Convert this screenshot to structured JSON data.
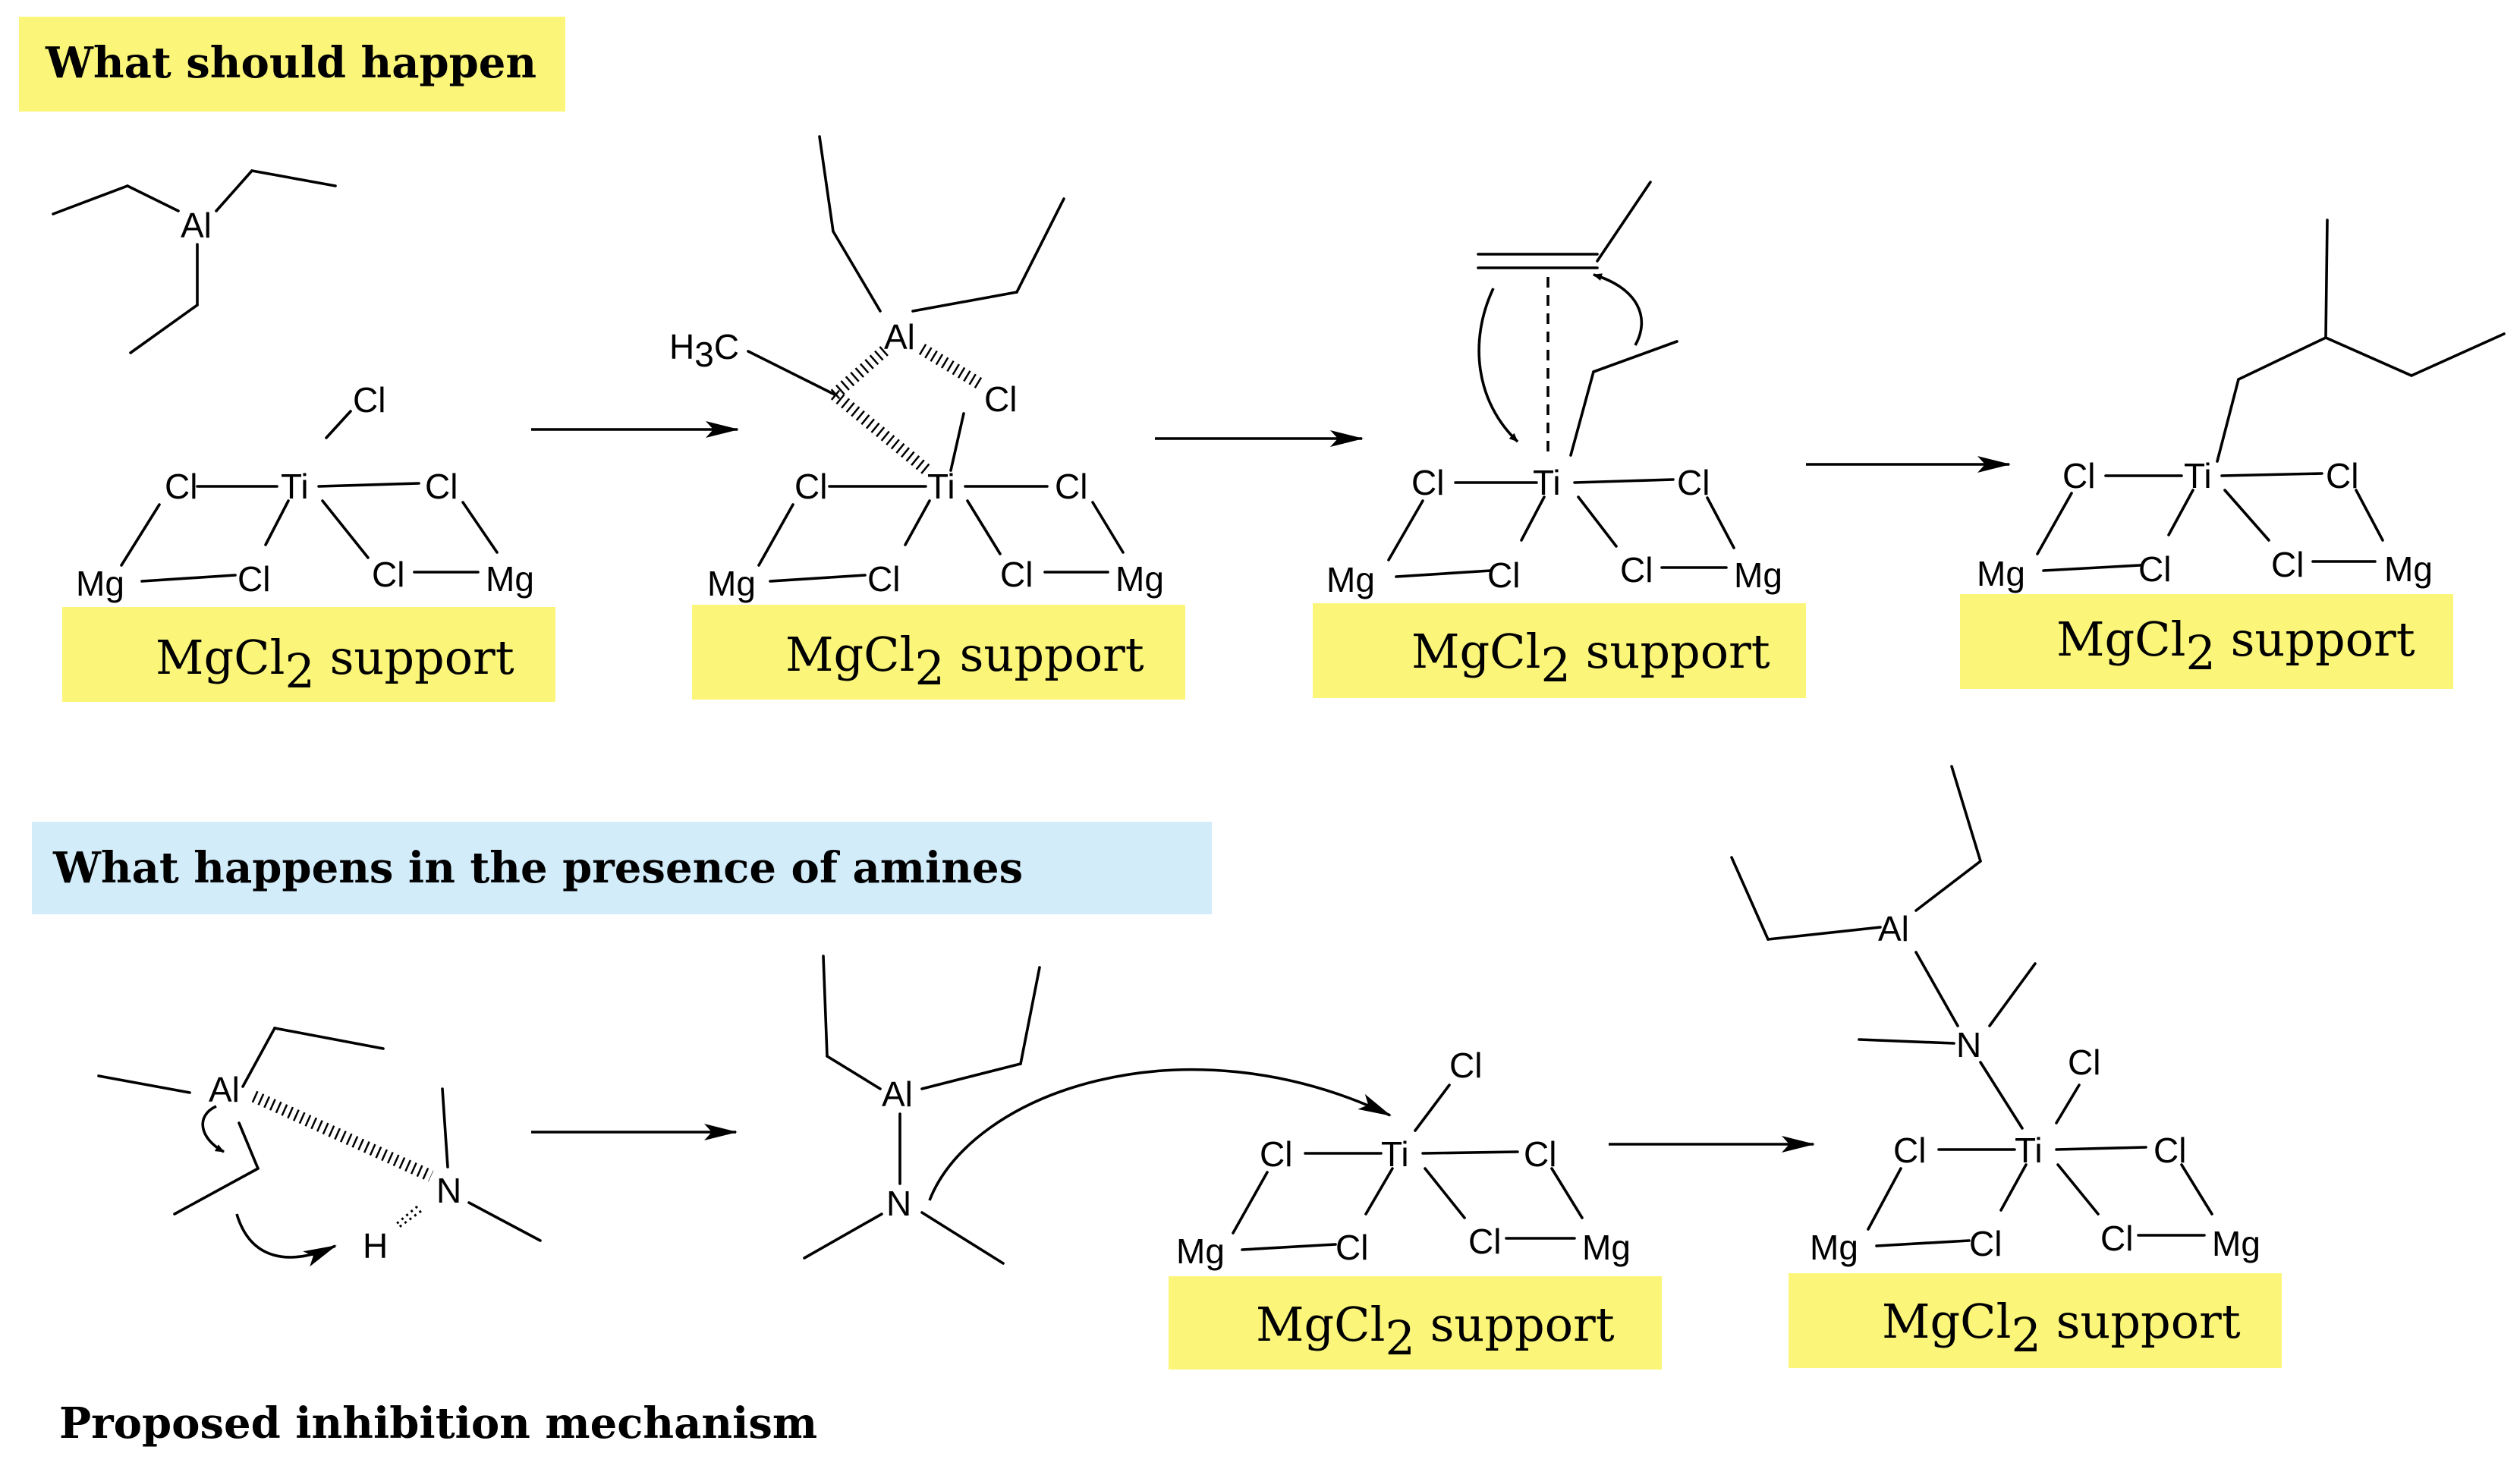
{
  "headers": {
    "top": "What should happen",
    "bottom": "What happens in the presence of amines",
    "footer": "Proposed inhibition mechanism"
  },
  "support": {
    "label_main": "MgCl",
    "label_sub": "2",
    "label_rest": " support"
  },
  "atoms": {
    "al": "Al",
    "ti": "Ti",
    "cl": "Cl",
    "mg": "Mg",
    "n": "N",
    "h": "H",
    "h3c_main": "H",
    "h3c_sub": "3",
    "h3c_c": "C"
  },
  "colors": {
    "yellow_box": "#fbf67a",
    "blue_box": "#d3ecfa",
    "ink": "#000000"
  }
}
